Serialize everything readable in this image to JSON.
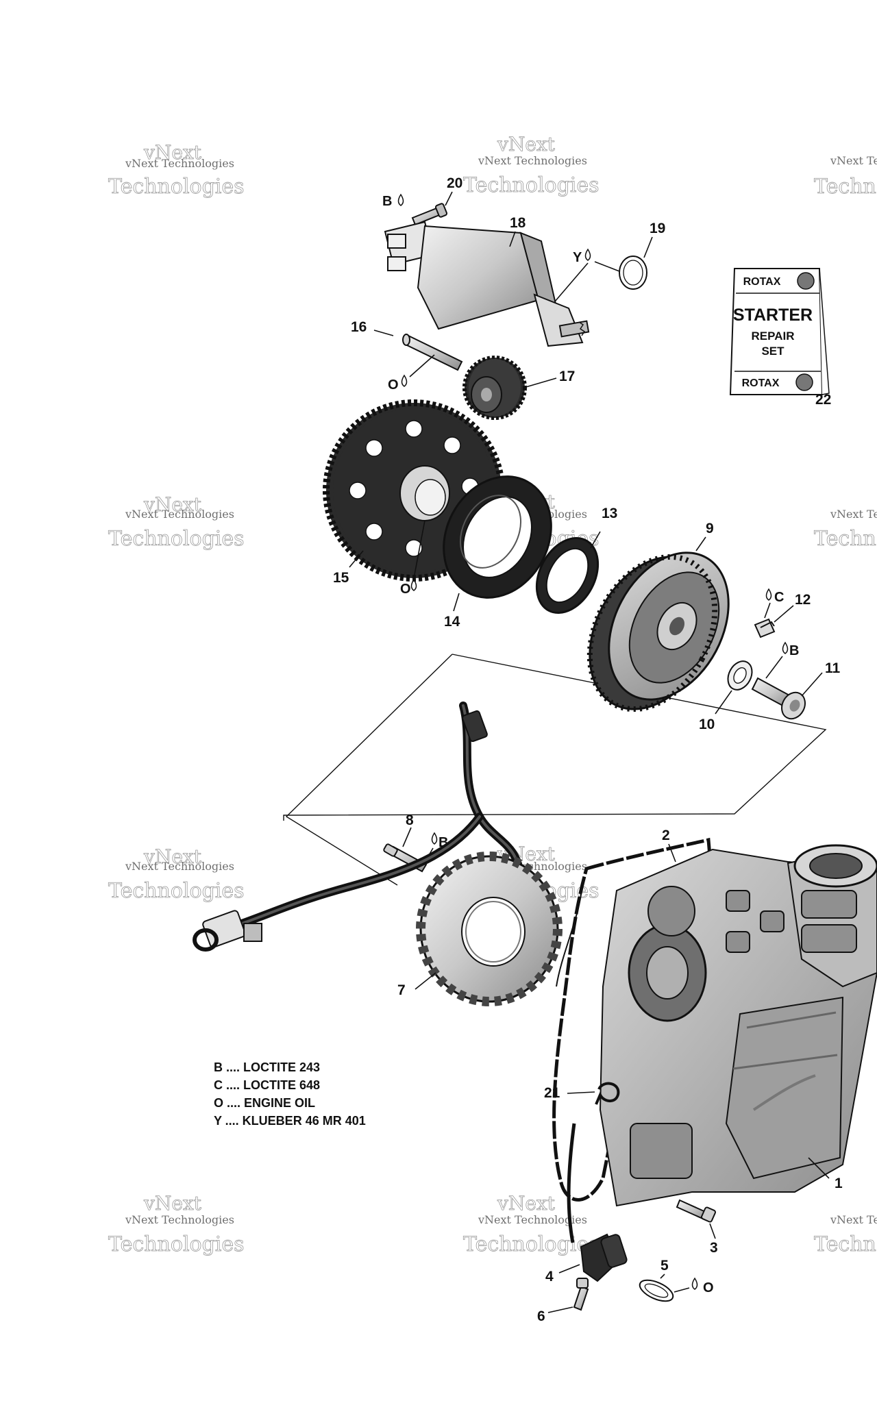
{
  "callouts": {
    "c1": "1",
    "c2": "2",
    "c3": "3",
    "c4": "4",
    "c5": "5",
    "c6": "6",
    "c7": "7",
    "c8": "8",
    "c9": "9",
    "c10": "10",
    "c11": "11",
    "c12": "12",
    "c13": "13",
    "c14": "14",
    "c15": "15",
    "c16": "16",
    "c17": "17",
    "c18": "18",
    "c19": "19",
    "c20": "20",
    "c21": "21",
    "c22": "22"
  },
  "markers": {
    "m20_B": "B",
    "m19_Y": "Y",
    "m16_O": "O",
    "m15_O": "O",
    "m12_C": "C",
    "m11_B": "B",
    "m8_B": "B",
    "m5_O": "O"
  },
  "kit": {
    "brand_top": "ROTAX",
    "title": "STARTER",
    "line2": "REPAIR",
    "line3": "SET",
    "brand_bottom": "ROTAX"
  },
  "legend": [
    "B .... LOCTITE 243",
    "C .... LOCTITE 648",
    "O .... ENGINE OIL",
    "Y .... KLUEBER 46 MR 401"
  ],
  "watermark": {
    "big_line1": "vNext",
    "big_line2": "Technologies",
    "small": "vNext Technologies",
    "partial_small": "vNext Te",
    "partial_big": "Techn"
  },
  "colors": {
    "ink": "#111111",
    "metal": "#cfcfcf",
    "metal_dark": "#8a8a8a",
    "metal_light": "#ececec",
    "watermark": "#9a9a9a"
  }
}
